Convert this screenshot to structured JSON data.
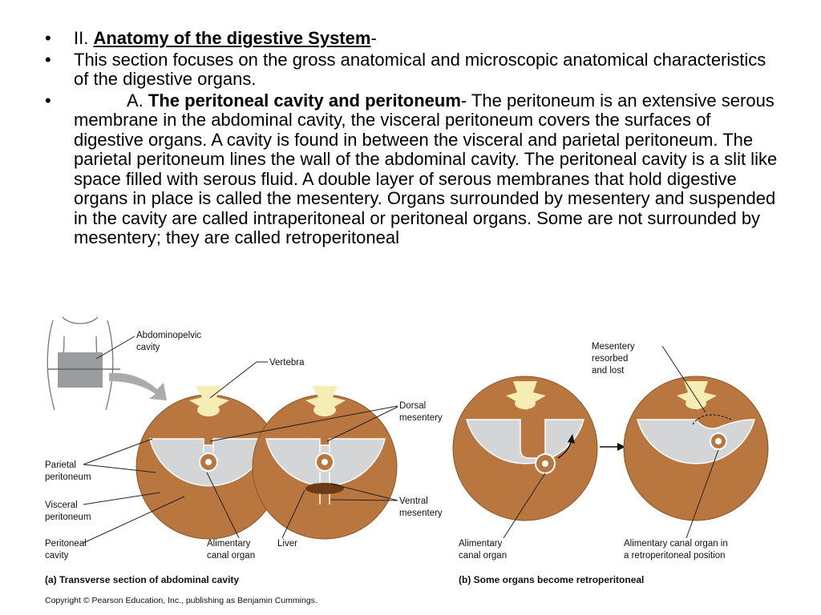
{
  "bullets": {
    "marker": "•",
    "b1_prefix": "II. ",
    "b1_title": "Anatomy of the digestive System",
    "b1_suffix": "-",
    "b2_text": "This section focuses on the gross anatomical and microscopic anatomical characteristics of the digestive organs.",
    "b3_prefix": "A. ",
    "b3_head": "The peritoneal cavity and peritoneum",
    "b3_text": "- The peritoneum is an extensive serous membrane in the abdominal cavity, the visceral peritoneum covers the surfaces of digestive organs. A cavity is found in between the visceral and parietal peritoneum. The parietal peritoneum lines the wall of the abdominal cavity. The peritoneal cavity is a slit like space filled with serous fluid. A double layer of serous membranes that hold digestive organs in place is called the mesentery. Organs surrounded by mesentery and suspended in the cavity are called intraperitoneal or peritoneal organs. Some are not surrounded by mesentery; they are called retroperitoneal"
  },
  "figure": {
    "labels": {
      "abdominopelvic_1": "Abdominopelvic",
      "abdominopelvic_2": "cavity",
      "vertebra": "Vertebra",
      "dorsal_1": "Dorsal",
      "dorsal_2": "mesentery",
      "parietal_1": "Parietal",
      "parietal_2": "peritoneum",
      "visceral_1": "Visceral",
      "visceral_2": "peritoneum",
      "peritoneal_1": "Peritoneal",
      "peritoneal_2": "cavity",
      "alimentary_a_1": "Alimentary",
      "alimentary_a_2": "canal organ",
      "liver": "Liver",
      "ventral_1": "Ventral",
      "ventral_2": "mesentery",
      "mesentery_resorbed_1": "Mesentery",
      "mesentery_resorbed_2": "resorbed",
      "mesentery_resorbed_3": "and lost",
      "alimentary_b_1": "Alimentary",
      "alimentary_b_2": "canal organ",
      "retro_1": "Alimentary canal organ in",
      "retro_2": "a retroperitoneal position"
    },
    "caption_a": "(a) Transverse section of abdominal cavity",
    "caption_b": "(b) Some organs become retroperitoneal",
    "copyright": "Copyright © Pearson Education, Inc., publishing as Benjamin Cummings."
  },
  "colors": {
    "wall": "#b9773f",
    "cavity": "#d3d5d6",
    "vertebra": "#f4eeb4",
    "liver": "#6b3a17",
    "arrow_fill": "#a9abad"
  }
}
